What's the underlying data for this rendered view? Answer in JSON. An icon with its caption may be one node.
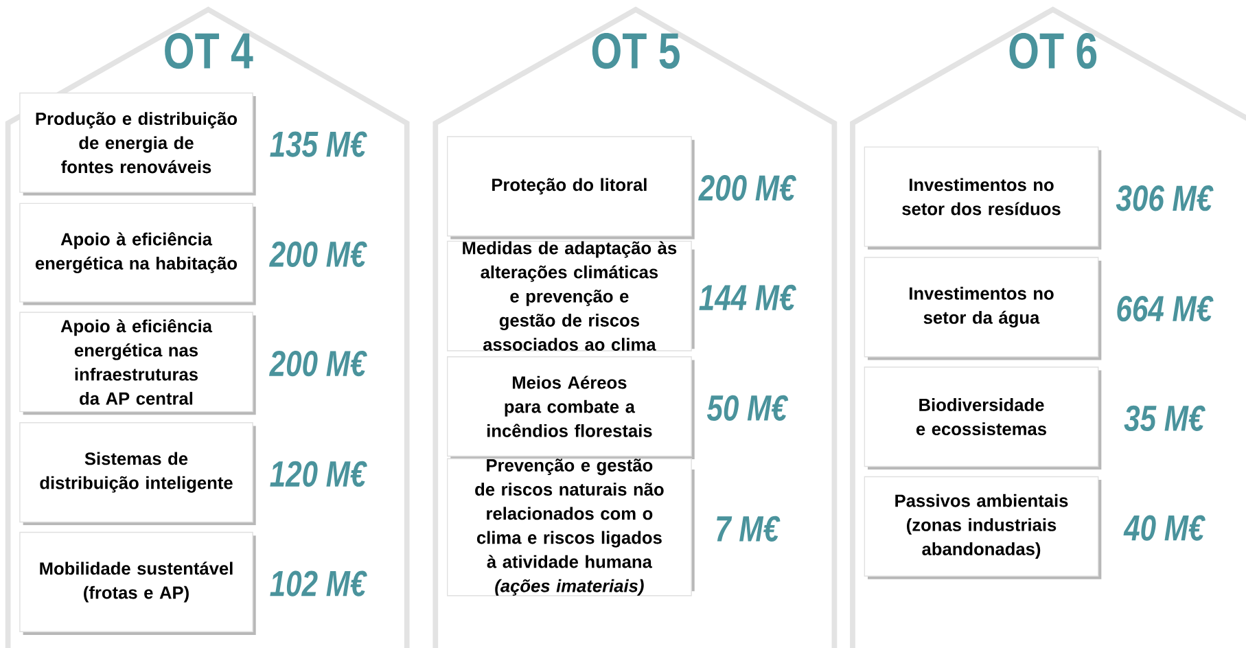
{
  "diagram": {
    "nodes": [
      {
        "text": [
          "OT 4"
        ]
      },
      {
        "text": [
          "Produção e distribuição de energia de fontes renováveis"
        ],
        "in": 0,
        "beside": [
          "135 M€"
        ]
      },
      {
        "text": [
          "Apoio à eficiência energética na habitação"
        ],
        "in": 0,
        "beside": [
          "200 M€"
        ]
      },
      {
        "text": [
          "Apoio à eficiência energética nas infraestruturas da AP central"
        ],
        "in": 0,
        "beside": [
          "200 M€"
        ]
      },
      {
        "text": [
          "Sistemas de distribuição inteligente"
        ],
        "in": 0,
        "beside": [
          "120 M€"
        ]
      },
      {
        "text": [
          "Mobilidade sustentável (frotas e AP)"
        ],
        "in": 0,
        "beside": [
          "102 M€"
        ]
      },
      {
        "text": [
          "OT 5"
        ]
      },
      {
        "text": [
          "Proteção do litoral"
        ],
        "in": 6,
        "beside": [
          "200 M€"
        ]
      },
      {
        "text": [
          "Medidas de adaptação às alterações climáticas e prevenção e gestão de riscos associados ao clima"
        ],
        "in": 6,
        "beside": [
          "144 M€"
        ]
      },
      {
        "text": [
          "Meios Aéreos para combate a incêndios florestais"
        ],
        "in": 6,
        "beside": [
          "50 M€"
        ]
      },
      {
        "text": [
          "Prevenção e gestão de riscos naturais não relacionados com o clima e riscos ligados à atividade humana *(ações imateriais)*"
        ],
        "in": 6,
        "beside": [
          "7 M€"
        ]
      },
      {
        "text": [
          "OT 6"
        ]
      },
      {
        "text": [
          "Investimentos no setor dos resíduos"
        ],
        "in": 11,
        "beside": [
          "306 M€"
        ]
      },
      {
        "text": [
          "Investimentos no setor da água"
        ],
        "in": 11,
        "beside": [
          "664 M€"
        ]
      },
      {
        "text": [
          "Biodiversidade e ecossistemas"
        ],
        "in": 11,
        "beside": [
          "35 M€"
        ]
      },
      {
        "text": [
          "Passivos ambientais (zonas industriais abandonadas)"
        ],
        "in": 11,
        "beside": [
          "40 M€"
        ]
      }
    ]
  }
}
